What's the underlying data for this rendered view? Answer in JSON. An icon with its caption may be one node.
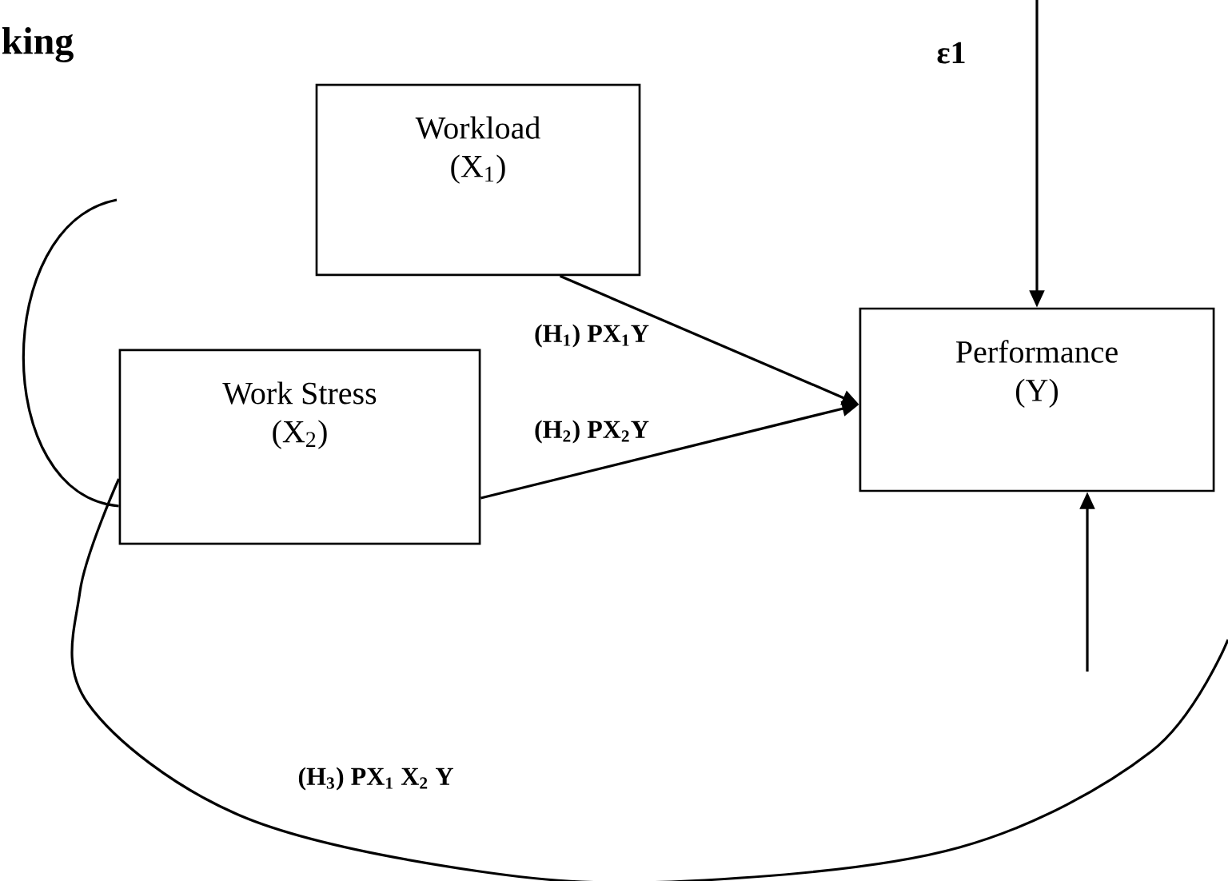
{
  "diagram": {
    "nodes": [
      {
        "text": [
          "Workload",
          "(X$_{1}$)"
        ]
      },
      {
        "text": [
          "Work Stress",
          "(X$_{2}$)"
        ]
      },
      {
        "text": [
          "Performance",
          "(Y)"
        ]
      }
    ],
    "edges": [
      {
        "from": 0,
        "to": 2,
        "arrow": "to",
        "label": "(H$_{1}$) PX$_{1}$Y"
      },
      {
        "from": 1,
        "to": 2,
        "arrow": "to",
        "label": "(H$_{2}$) PX$_{2}$Y"
      },
      {
        "from": null,
        "to": 2,
        "arrow": "to"
      },
      {
        "from": null,
        "to": 2,
        "arrow": "to"
      },
      {
        "from": null,
        "to": 1,
        "arrow": "none"
      },
      {
        "from": 1,
        "to": null,
        "arrow": "none",
        "label": "(H$_{3}$)   PX$_{1}$ X$_{2}$ Y"
      }
    ],
    "labels": [
      "king",
      "ε1"
    ]
  }
}
